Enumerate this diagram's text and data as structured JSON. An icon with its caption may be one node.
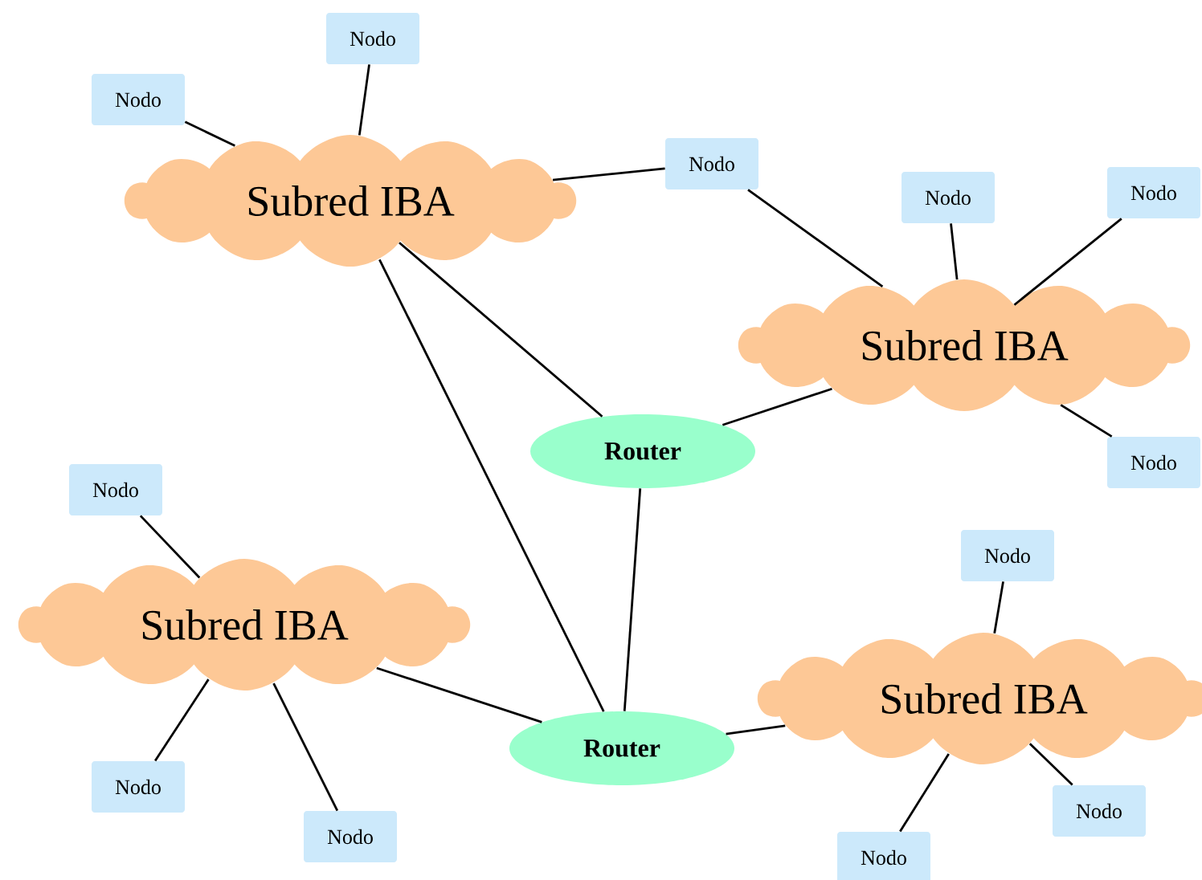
{
  "diagram": {
    "nodes": [
      {
        "text": [
          "Subred IBA"
        ]
      },
      {
        "text": [
          "Nodo"
        ]
      },
      {
        "text": [
          "Nodo"
        ]
      },
      {
        "text": [
          "Nodo"
        ]
      },
      {
        "text": [
          "Subred IBA"
        ]
      },
      {
        "text": [
          "Nodo"
        ]
      },
      {
        "text": [
          "Nodo"
        ]
      },
      {
        "text": [
          "Nodo"
        ]
      },
      {
        "text": [
          "Router"
        ]
      },
      {
        "text": [
          "Subred IBA"
        ]
      },
      {
        "text": [
          "Nodo"
        ]
      },
      {
        "text": [
          "Nodo"
        ]
      },
      {
        "text": [
          "Nodo"
        ]
      },
      {
        "text": [
          "Router"
        ]
      },
      {
        "text": [
          "Subred IBA"
        ]
      },
      {
        "text": [
          "Nodo"
        ]
      },
      {
        "text": [
          "Nodo"
        ]
      },
      {
        "text": [
          "Nodo"
        ]
      }
    ],
    "edges": [
      {
        "from": 0,
        "to": 1,
        "arrow": "none"
      },
      {
        "from": 0,
        "to": 2,
        "arrow": "none"
      },
      {
        "from": 0,
        "to": 3,
        "arrow": "none"
      },
      {
        "from": 3,
        "to": 4,
        "arrow": "none"
      },
      {
        "from": 4,
        "to": 5,
        "arrow": "none"
      },
      {
        "from": 4,
        "to": 6,
        "arrow": "none"
      },
      {
        "from": 4,
        "to": 7,
        "arrow": "none"
      },
      {
        "from": 0,
        "to": 8,
        "arrow": "none"
      },
      {
        "from": 4,
        "to": 8,
        "arrow": "none"
      },
      {
        "from": 0,
        "to": 13,
        "arrow": "none"
      },
      {
        "from": 8,
        "to": 13,
        "arrow": "none"
      },
      {
        "from": 9,
        "to": 10,
        "arrow": "none"
      },
      {
        "from": 9,
        "to": 11,
        "arrow": "none"
      },
      {
        "from": 9,
        "to": 12,
        "arrow": "none"
      },
      {
        "from": 9,
        "to": 13,
        "arrow": "none"
      },
      {
        "from": 13,
        "to": 14,
        "arrow": "none"
      },
      {
        "from": 14,
        "to": 15,
        "arrow": "none"
      },
      {
        "from": 14,
        "to": 16,
        "arrow": "none"
      },
      {
        "from": 14,
        "to": 17,
        "arrow": "none"
      }
    ]
  }
}
